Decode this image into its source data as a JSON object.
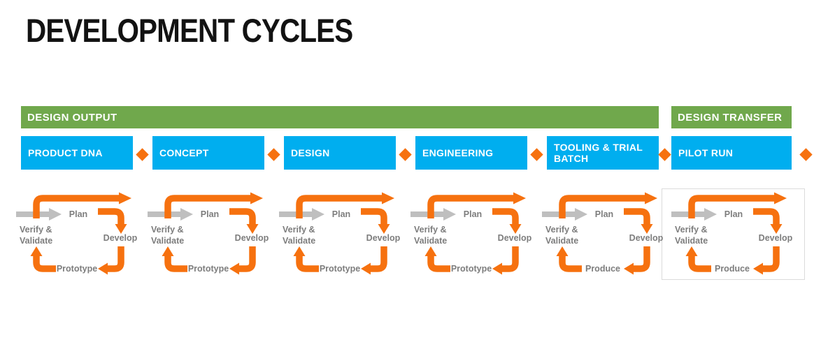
{
  "title": "DEVELOPMENT CYCLES",
  "colors": {
    "band_green": "#70A84C",
    "stage_blue": "#00AEEF",
    "arrow_orange": "#F6710F",
    "entry_arrow_gray": "#BFBFBF",
    "cycle_label_gray": "#7D7D7D",
    "title_black": "#121212"
  },
  "bands": [
    {
      "label": "DESIGN OUTPUT"
    },
    {
      "label": "DESIGN TRANSFER"
    }
  ],
  "stages": [
    {
      "label": "PRODUCT DNA"
    },
    {
      "label": "CONCEPT"
    },
    {
      "label": "DESIGN"
    },
    {
      "label": "ENGINEERING"
    },
    {
      "label": "TOOLING & TRIAL BATCH"
    },
    {
      "label": "PILOT RUN"
    }
  ],
  "cycles": [
    {
      "plan": "Plan",
      "develop": "Develop",
      "build": "Prototype",
      "verify_line1": "Verify &",
      "verify_line2": "Validate"
    },
    {
      "plan": "Plan",
      "develop": "Develop",
      "build": "Prototype",
      "verify_line1": "Verify &",
      "verify_line2": "Validate"
    },
    {
      "plan": "Plan",
      "develop": "Develop",
      "build": "Prototype",
      "verify_line1": "Verify &",
      "verify_line2": "Validate"
    },
    {
      "plan": "Plan",
      "develop": "Develop",
      "build": "Prototype",
      "verify_line1": "Verify &",
      "verify_line2": "Validate"
    },
    {
      "plan": "Plan",
      "develop": "Develop",
      "build": "Produce",
      "verify_line1": "Verify &",
      "verify_line2": "Validate"
    },
    {
      "plan": "Plan",
      "develop": "Develop",
      "build": "Produce",
      "verify_line1": "Verify &",
      "verify_line2": "Validate"
    }
  ]
}
